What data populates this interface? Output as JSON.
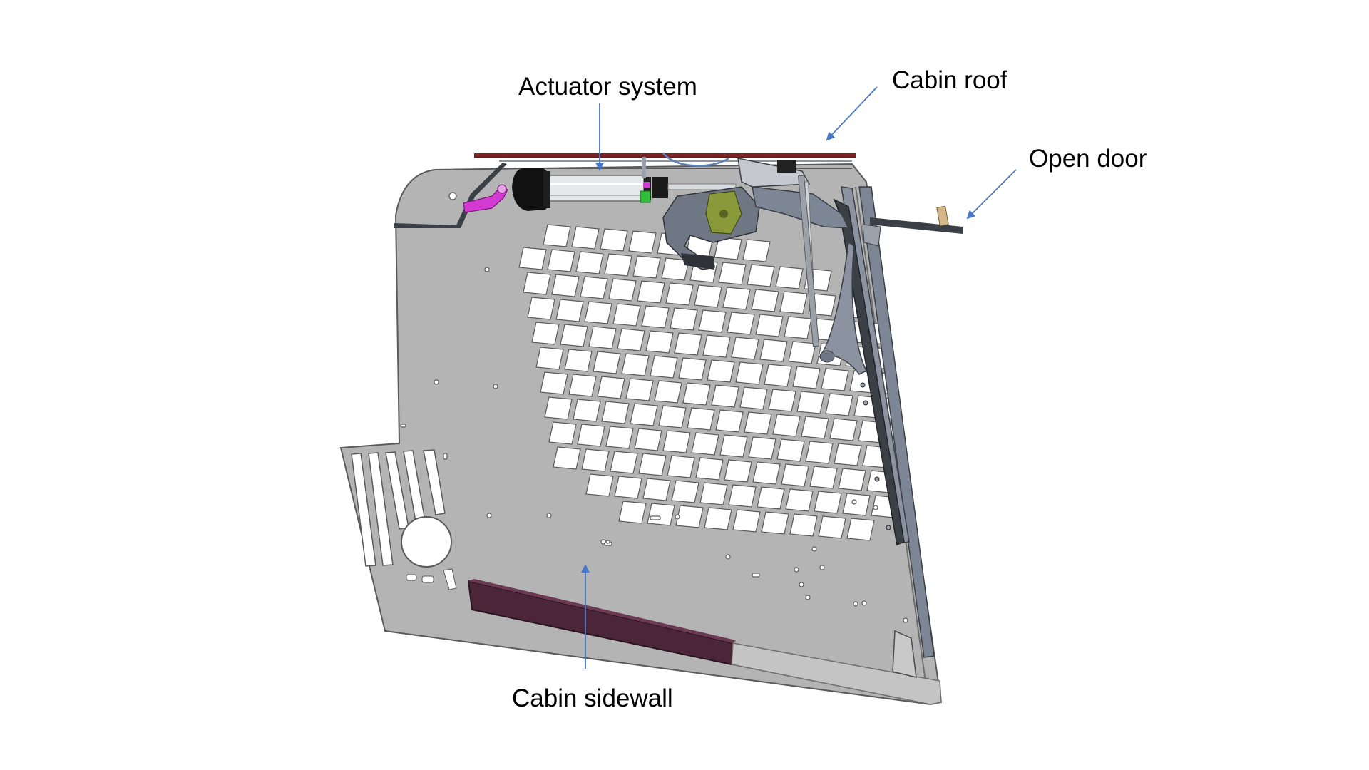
{
  "labels": {
    "actuator_system": "Actuator system",
    "cabin_roof": "Cabin roof",
    "open_door": "Open door",
    "cabin_sidewall": "Cabin sidewall"
  },
  "colors": {
    "background": "#ffffff",
    "panel_fill": "#b4b4b4",
    "panel_stroke": "#5a5a5a",
    "roof_beam": "#7a2424",
    "sidewall_beam": "#4a2638",
    "frame_steel": "#7d8694",
    "frame_dark": "#3b3f46",
    "cylinder_body": "#e6e8ec",
    "cylinder_cap": "#111111",
    "bracket_magenta": "#d23ad2",
    "valve_green": "#2fbf3a",
    "bracket_olive": "#8a9a3a",
    "handle_tan": "#d4b88a",
    "arrow_blue": "#4a78c8"
  }
}
